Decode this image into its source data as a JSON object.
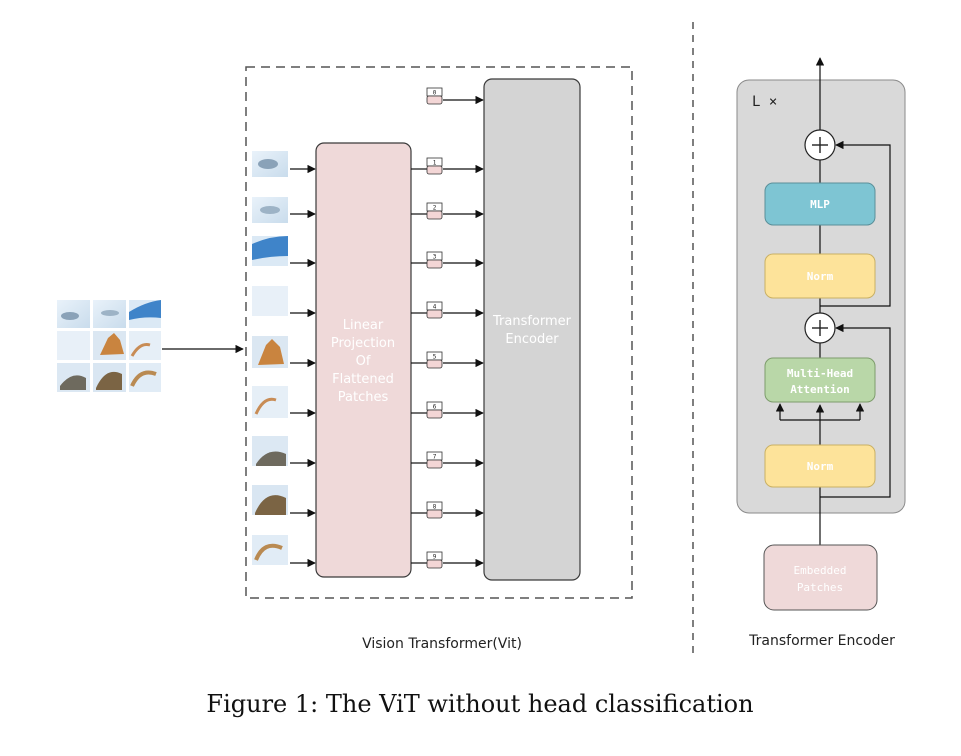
{
  "vit": {
    "projection_label": [
      "Linear",
      "Projection",
      "Of",
      "Flattened",
      "Patches"
    ],
    "encoder_label": [
      "Transformer",
      "Encoder"
    ],
    "position_tokens": [
      "0",
      "1",
      "2",
      "3",
      "4",
      "5",
      "6",
      "7",
      "8",
      "9"
    ],
    "caption": "Vision Transformer(Vit)"
  },
  "encoder_detail": {
    "repeat_label": "L ×",
    "mlp_label": "MLP",
    "norm_top_label": "Norm",
    "attention_label": [
      "Multi-Head",
      "Attention"
    ],
    "norm_bottom_label": "Norm",
    "embedded_label": [
      "Embedded",
      "Patches"
    ],
    "caption": "Transformer Encoder"
  },
  "figure_caption": "Figure 1: The ViT without head classification",
  "colors": {
    "projection_fill": "#efd9d9",
    "encoder_fill": "#d4d4d4",
    "encoder_bg": "#d9d9d9",
    "mlp_fill": "#7ec5d3",
    "norm_fill": "#fde39a",
    "attention_fill": "#b9d7a8",
    "embedded_fill": "#efd9d9",
    "token_fill": "#f3d6d6"
  }
}
